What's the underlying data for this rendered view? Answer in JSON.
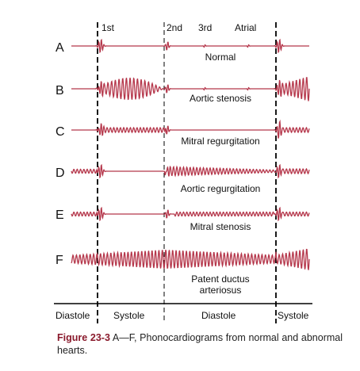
{
  "colors": {
    "waveform": "#b5374b",
    "text": "#111111",
    "caption_label": "#8a1a2c"
  },
  "marker_labels": {
    "first": "1st",
    "second": "2nd",
    "third": "3rd",
    "atrial": "Atrial"
  },
  "rows": [
    {
      "letter": "A",
      "label": "Normal"
    },
    {
      "letter": "B",
      "label": "Aortic stenosis"
    },
    {
      "letter": "C",
      "label": "Mitral regurgitation"
    },
    {
      "letter": "D",
      "label": "Aortic regurgitation"
    },
    {
      "letter": "E",
      "label": "Mitral stenosis"
    },
    {
      "letter": "F",
      "label_line1": "Patent ductus",
      "label_line2": "arteriosus"
    }
  ],
  "phases": {
    "diastole_left": "Diastole",
    "systole_left": "Systole",
    "diastole_mid": "Diastole",
    "systole_right": "Systole"
  },
  "caption": {
    "label": "Figure 23-3",
    "text": " A—F, Phonocardiograms from normal and abnormal hearts."
  }
}
